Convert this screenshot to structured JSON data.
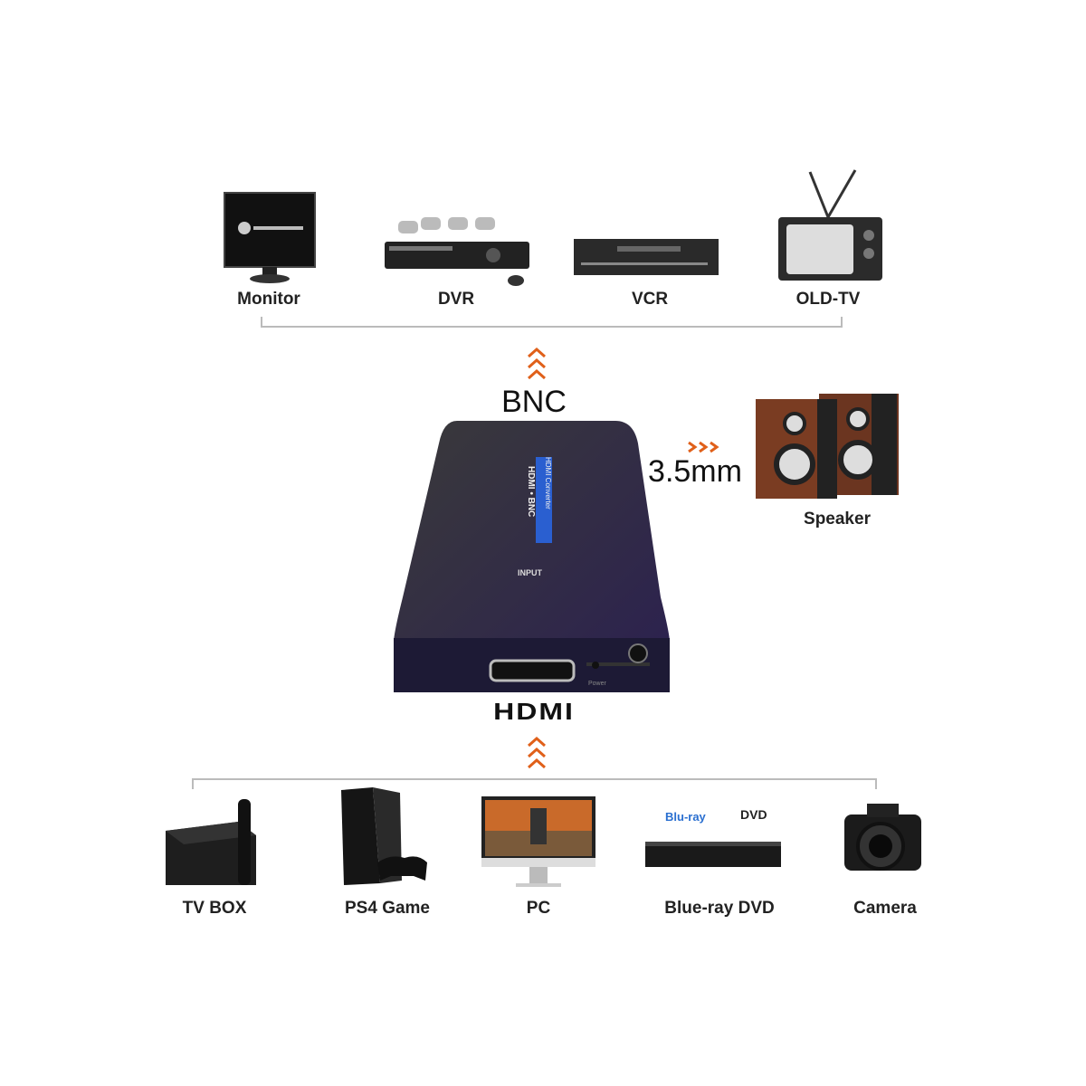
{
  "outputs": {
    "devices": [
      {
        "label": "Monitor",
        "icon": "monitor-icon"
      },
      {
        "label": "DVR",
        "icon": "dvr-icon"
      },
      {
        "label": "VCR",
        "icon": "vcr-icon"
      },
      {
        "label": "OLD-TV",
        "icon": "old-tv-icon"
      }
    ],
    "connector": "BNC"
  },
  "audio": {
    "connector": "3.5mm",
    "device": "Speaker"
  },
  "converter": {
    "model": "HDMI • BNC",
    "subtitle": "HDMI Converter",
    "input_label": "INPUT",
    "power_label": "Power",
    "accent": "#2a5fd0"
  },
  "inputs": {
    "connector": "HDMI",
    "devices": [
      {
        "label": "TV BOX",
        "icon": "tv-box-icon"
      },
      {
        "label": "PS4 Game",
        "icon": "ps4-icon"
      },
      {
        "label": "PC",
        "icon": "pc-icon"
      },
      {
        "label": "Blue-ray DVD",
        "icon": "bluray-player-icon"
      },
      {
        "label": "Camera",
        "icon": "camera-icon"
      }
    ]
  },
  "arrow_color": "#e0601a"
}
